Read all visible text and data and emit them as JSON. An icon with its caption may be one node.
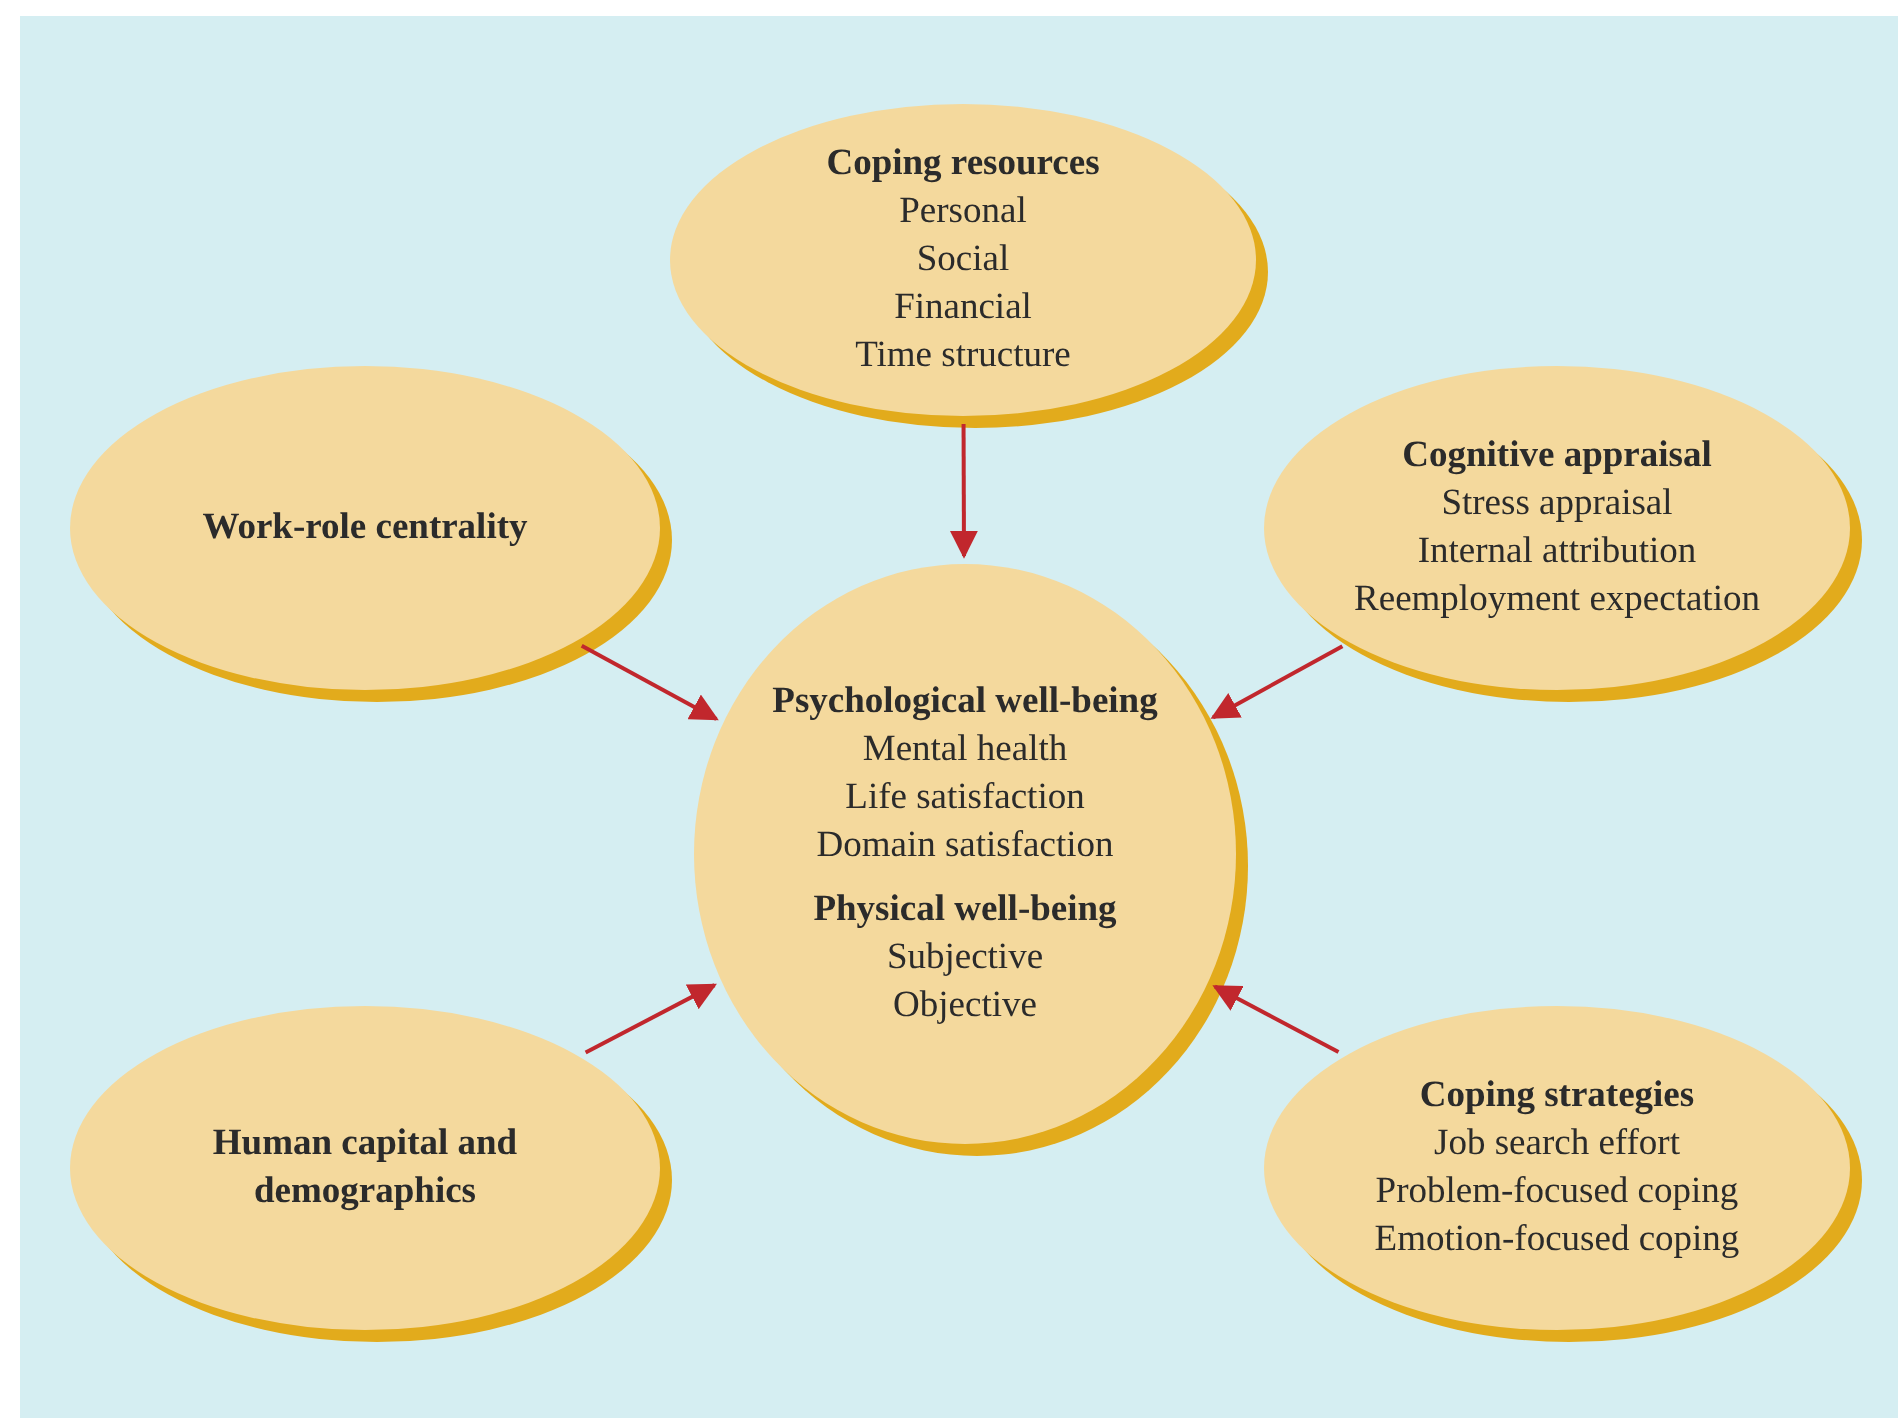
{
  "diagram": {
    "nodes": [
      {
        "text": [
          "Coping resources",
          "Personal",
          "Social",
          "Financial",
          "Time structure"
        ]
      },
      {
        "text": [
          "Work-role centrality"
        ]
      },
      {
        "text": [
          "Cognitive appraisal",
          "Stress appraisal",
          "Internal attribution",
          "Reemployment expectation"
        ]
      },
      {
        "text": [
          "Psychological well-being",
          "Mental health",
          "Life satisfaction",
          "Domain satisfaction",
          "Physical well-being",
          "Subjective",
          "Objective"
        ]
      },
      {
        "text": [
          "Human capital and demographics"
        ]
      },
      {
        "text": [
          "Coping strategies",
          "Job search effort",
          "Problem-focused coping",
          "Emotion-focused coping"
        ]
      }
    ],
    "edges": [
      {
        "from": 0,
        "to": 3,
        "arrow": "to"
      },
      {
        "from": 1,
        "to": 3,
        "arrow": "to"
      },
      {
        "from": 2,
        "to": 3,
        "arrow": "to"
      },
      {
        "from": 4,
        "to": 3,
        "arrow": "to"
      },
      {
        "from": 5,
        "to": 3,
        "arrow": "to"
      }
    ]
  }
}
